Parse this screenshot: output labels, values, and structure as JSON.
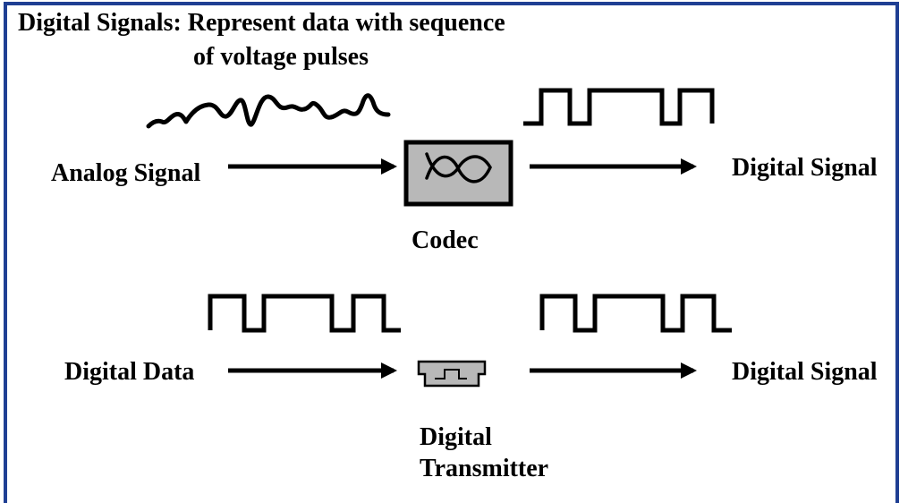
{
  "heading": {
    "line1": "Digital Signals: Represent data with sequence",
    "line2": "of voltage pulses"
  },
  "top_row": {
    "input_label": "Analog Signal",
    "device_label": "Codec",
    "output_label": "Digital Signal"
  },
  "bottom_row": {
    "input_label": "Digital Data",
    "device_label_line1": "Digital",
    "device_label_line2": "Transmitter",
    "output_label": "Digital Signal"
  },
  "colors": {
    "frame": "#1f3f93",
    "device_fill": "#b8b8b8",
    "stroke": "#000000"
  },
  "icons": {
    "codec": "codec-symbol-icon",
    "transmitter": "digital-transmitter-icon",
    "analog_wave": "analog-waveform-icon",
    "digital_wave": "square-waveform-icon",
    "arrow": "arrow-right-icon"
  }
}
